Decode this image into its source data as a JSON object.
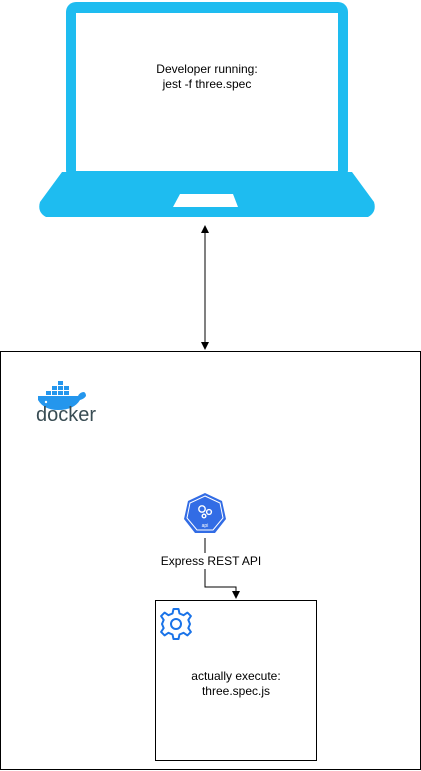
{
  "laptop": {
    "caption_line1": "Developer running:",
    "caption_line2": "jest -f three.spec",
    "color": "#1ebcf0"
  },
  "container": {
    "logo_text": "docker",
    "logo_color": "#2496ed",
    "api_label": "Express REST API",
    "api_icon_text": "api",
    "api_icon_color": "#326ce5",
    "api_icon": "kubernetes-api-heptagon-icon"
  },
  "executor": {
    "caption_line1": "actually execute:",
    "caption_line2": "three.spec.js",
    "icon": "gear-icon",
    "icon_color": "#1a73e8"
  }
}
